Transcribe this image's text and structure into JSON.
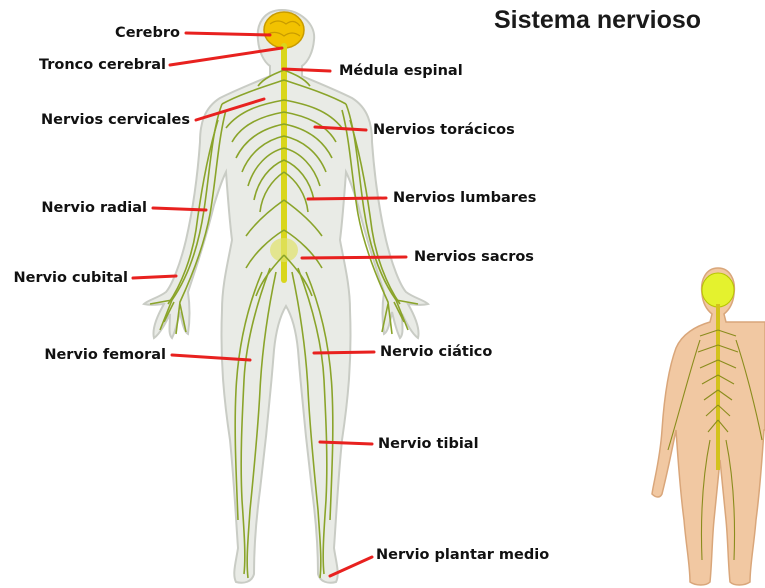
{
  "title": "Sistema nervioso",
  "colors": {
    "leader": "#e8211f",
    "nerve": "#8aa42a",
    "spinal": "#d9d61c",
    "brain": "#f2c200",
    "skin_front": "#e9ebe6",
    "skin_back": "#f1c8a2"
  },
  "labels": [
    {
      "id": "cerebro",
      "text": "Cerebro"
    },
    {
      "id": "tronco",
      "text": "Tronco cerebral"
    },
    {
      "id": "medula",
      "text": "Médula espinal"
    },
    {
      "id": "cervicales",
      "text": "Nervios cervicales"
    },
    {
      "id": "toracicos",
      "text": "Nervios torácicos"
    },
    {
      "id": "lumbares",
      "text": "Nervios lumbares"
    },
    {
      "id": "radial",
      "text": "Nervio radial"
    },
    {
      "id": "sacros",
      "text": "Nervios sacros"
    },
    {
      "id": "cubital",
      "text": "Nervio cubital"
    },
    {
      "id": "femoral",
      "text": "Nervio femoral"
    },
    {
      "id": "ciatico",
      "text": "Nervio ciático"
    },
    {
      "id": "tibial",
      "text": "Nervio tibial"
    },
    {
      "id": "plantar",
      "text": "Nervio plantar medio"
    }
  ]
}
